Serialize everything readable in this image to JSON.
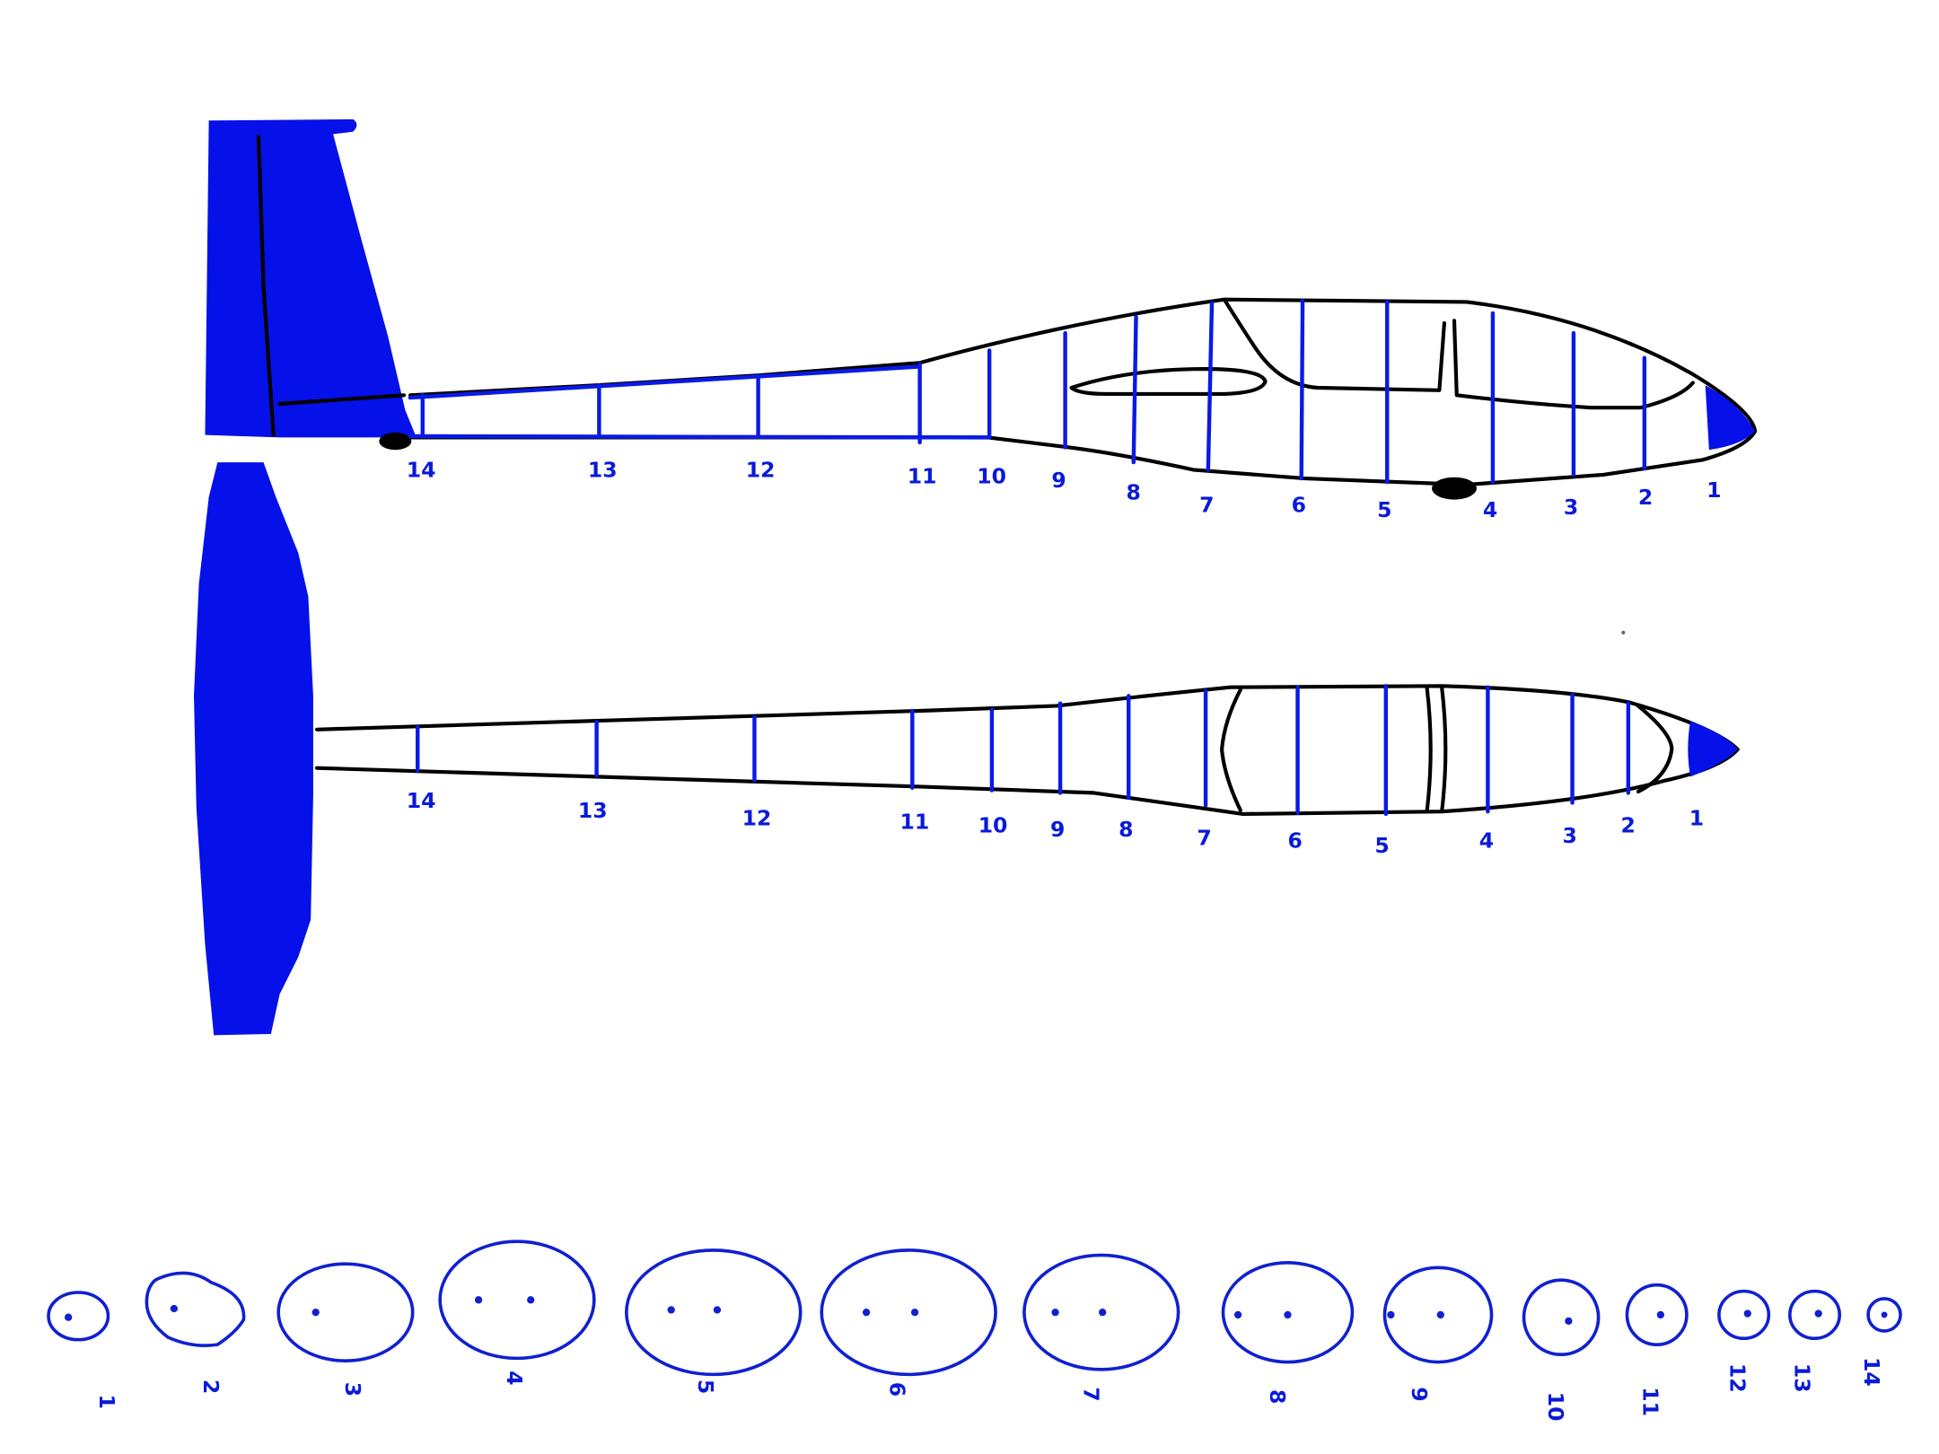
{
  "diagram": {
    "title": "",
    "colors": {
      "accent": "#0511e8",
      "outline": "#000000",
      "label": "#0a1ad8",
      "background": "#ffffff"
    },
    "side_view": {
      "description": "Glider fuselage side view with numbered cross-section stations",
      "station_labels": [
        "14",
        "13",
        "12",
        "11",
        "10",
        "9",
        "8",
        "7",
        "6",
        "5",
        "4",
        "3",
        "2",
        "1"
      ]
    },
    "top_view": {
      "description": "Glider fuselage top view with numbered cross-section stations",
      "station_labels": [
        "14",
        "13",
        "12",
        "11",
        "10",
        "9",
        "8",
        "7",
        "6",
        "5",
        "4",
        "3",
        "2",
        "1"
      ]
    },
    "cross_sections": {
      "description": "Cross-section outlines for each station (labels rotated)",
      "labels": [
        "1",
        "2",
        "3",
        "4",
        "5",
        "6",
        "7",
        "8",
        "9",
        "10",
        "11",
        "12",
        "13",
        "14"
      ]
    }
  }
}
